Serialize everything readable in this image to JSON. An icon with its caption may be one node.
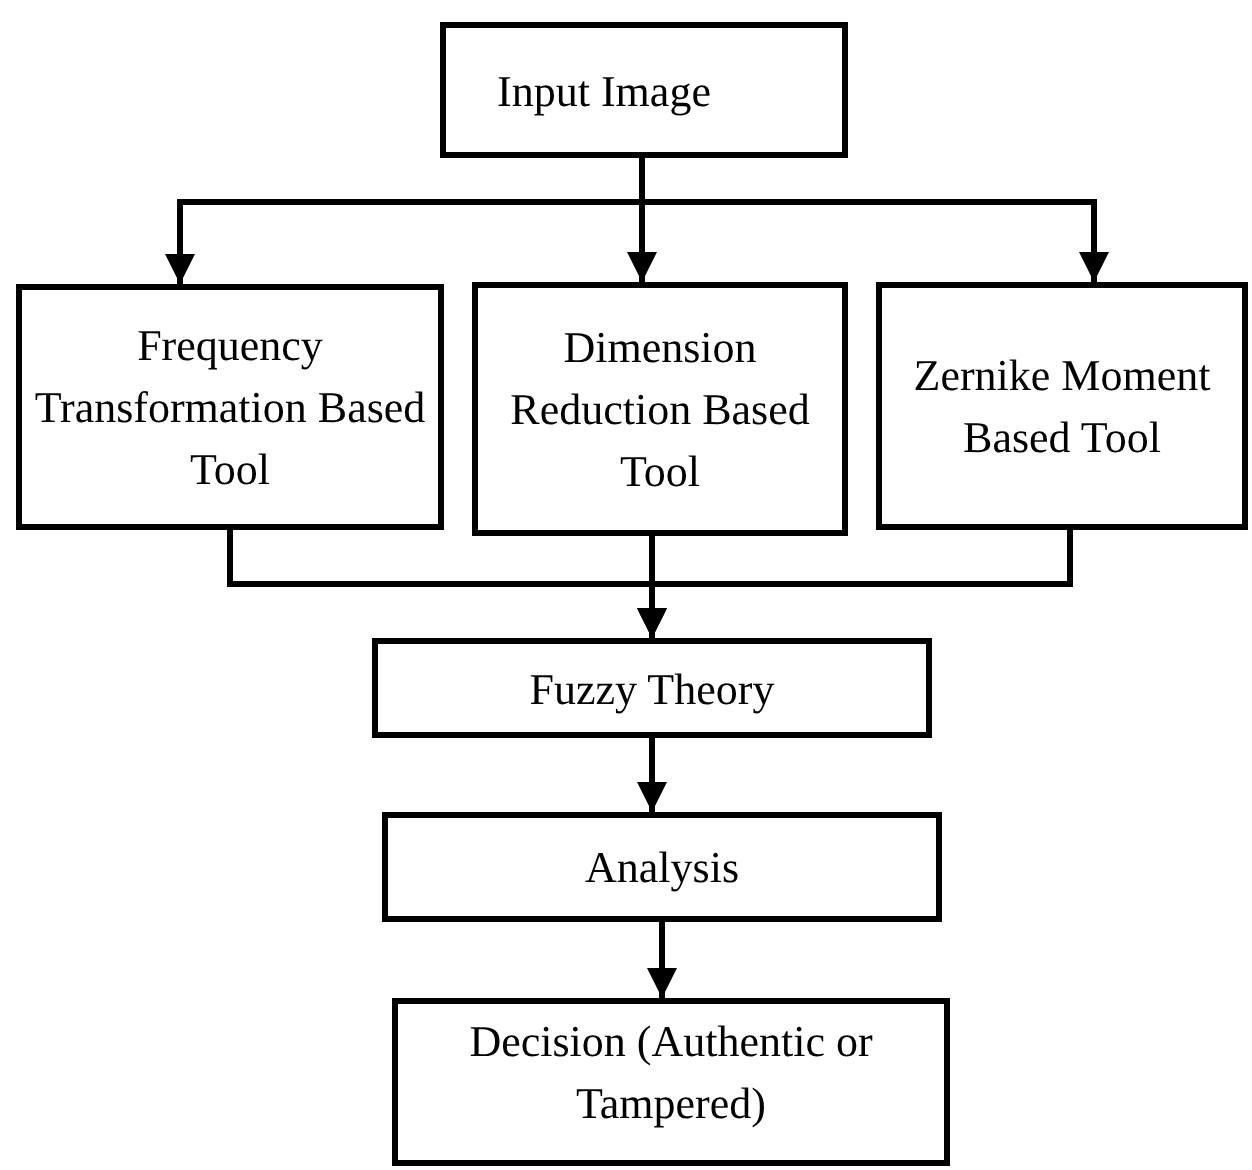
{
  "diagram": {
    "nodes": [
      {
        "text": [
          "Input Image"
        ]
      },
      {
        "text": [
          "Frequency Transformation Based Tool"
        ]
      },
      {
        "text": [
          "Dimension Reduction Based Tool"
        ]
      },
      {
        "text": [
          "Zernike Moment Based Tool"
        ]
      },
      {
        "text": [
          "Fuzzy Theory"
        ]
      },
      {
        "text": [
          "Analysis"
        ]
      },
      {
        "text": [
          "Decision (Authentic or Tampered)"
        ]
      }
    ],
    "edges": [
      {
        "from": 0,
        "to": 1,
        "arrow": "to"
      },
      {
        "from": 0,
        "to": 2,
        "arrow": "to"
      },
      {
        "from": 0,
        "to": 3,
        "arrow": "to"
      },
      {
        "from": 1,
        "to": 4,
        "arrow": "to"
      },
      {
        "from": 2,
        "to": 4,
        "arrow": "to"
      },
      {
        "from": 3,
        "to": 4,
        "arrow": "to"
      },
      {
        "from": 4,
        "to": 5,
        "arrow": "to"
      },
      {
        "from": 5,
        "to": 6,
        "arrow": "to"
      }
    ]
  }
}
